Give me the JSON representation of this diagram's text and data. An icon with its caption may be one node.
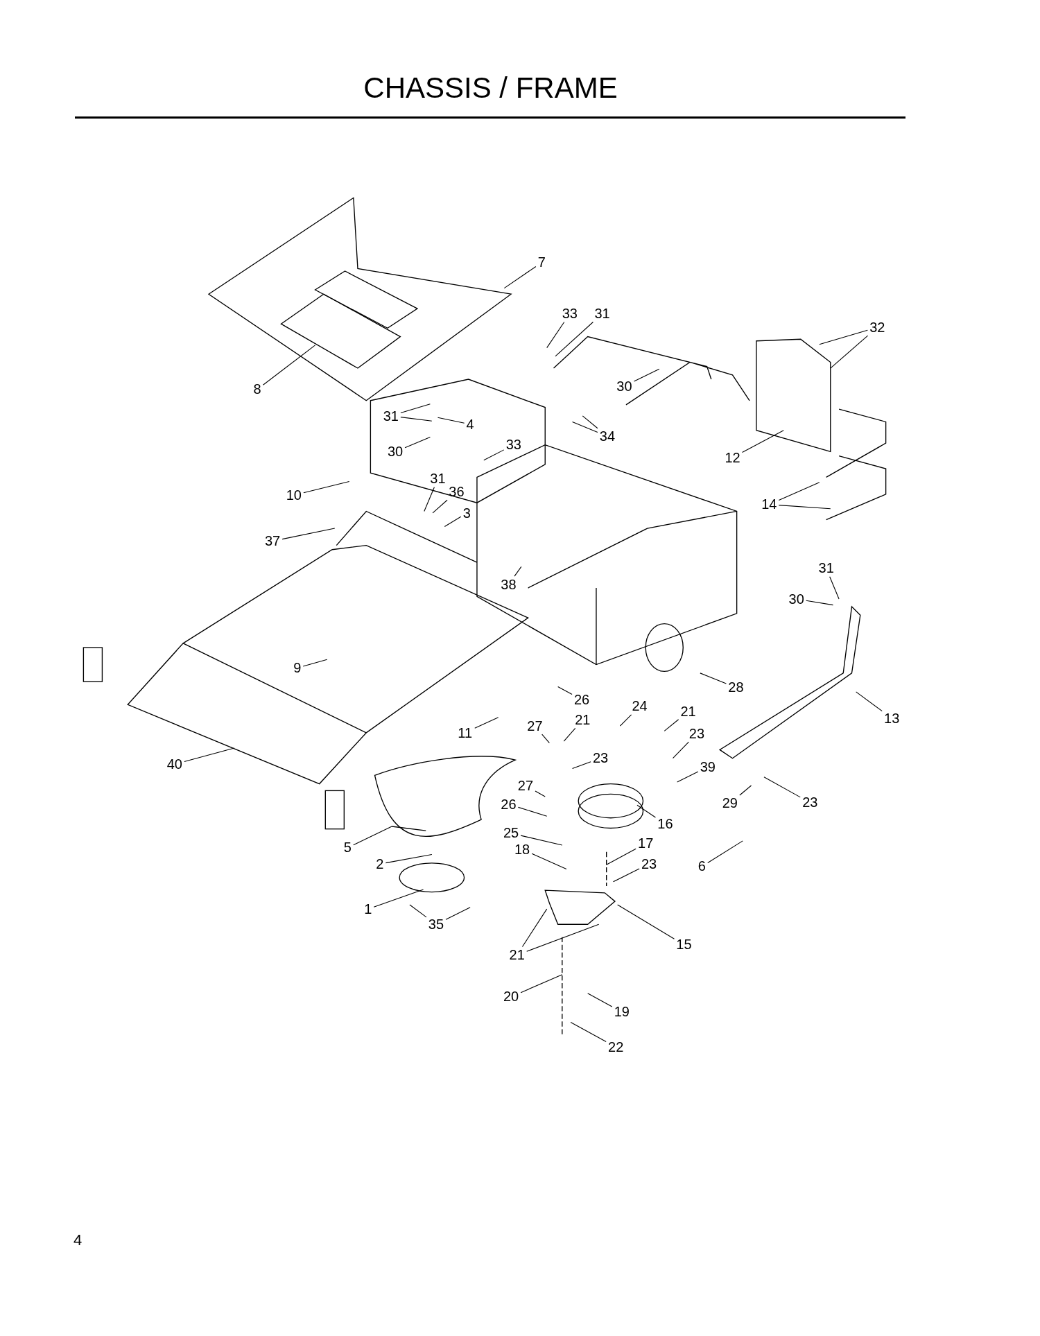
{
  "diagram": {
    "title": "CHASSIS / FRAME",
    "nodes": [
      {
        "text": [
          "7"
        ]
      },
      {
        "text": [
          "33"
        ]
      },
      {
        "text": [
          "31"
        ]
      },
      {
        "text": [
          "32"
        ]
      },
      {
        "text": [
          "30"
        ]
      },
      {
        "text": [
          "8"
        ]
      },
      {
        "text": [
          "31"
        ]
      },
      {
        "text": [
          "4"
        ]
      },
      {
        "text": [
          "34"
        ]
      },
      {
        "text": [
          "30"
        ]
      },
      {
        "text": [
          "33"
        ]
      },
      {
        "text": [
          "12"
        ]
      },
      {
        "text": [
          "10"
        ]
      },
      {
        "text": [
          "31"
        ]
      },
      {
        "text": [
          "36"
        ]
      },
      {
        "text": [
          "14"
        ]
      },
      {
        "text": [
          "3"
        ]
      },
      {
        "text": [
          "37"
        ]
      },
      {
        "text": [
          "31"
        ]
      },
      {
        "text": [
          "38"
        ]
      },
      {
        "text": [
          "30"
        ]
      },
      {
        "text": [
          "9"
        ]
      },
      {
        "text": [
          "28"
        ]
      },
      {
        "text": [
          "26"
        ]
      },
      {
        "text": [
          "21"
        ]
      },
      {
        "text": [
          "24"
        ]
      },
      {
        "text": [
          "13"
        ]
      },
      {
        "text": [
          "21"
        ]
      },
      {
        "text": [
          "27"
        ]
      },
      {
        "text": [
          "11"
        ]
      },
      {
        "text": [
          "23"
        ]
      },
      {
        "text": [
          "23"
        ]
      },
      {
        "text": [
          "40"
        ]
      },
      {
        "text": [
          "39"
        ]
      },
      {
        "text": [
          "27"
        ]
      },
      {
        "text": [
          "29"
        ]
      },
      {
        "text": [
          "23"
        ]
      },
      {
        "text": [
          "26"
        ]
      },
      {
        "text": [
          "16"
        ]
      },
      {
        "text": [
          "25"
        ]
      },
      {
        "text": [
          "18"
        ]
      },
      {
        "text": [
          "5"
        ]
      },
      {
        "text": [
          "17"
        ]
      },
      {
        "text": [
          "6"
        ]
      },
      {
        "text": [
          "23"
        ]
      },
      {
        "text": [
          "2"
        ]
      },
      {
        "text": [
          "1"
        ]
      },
      {
        "text": [
          "35"
        ]
      },
      {
        "text": [
          "15"
        ]
      },
      {
        "text": [
          "21"
        ]
      },
      {
        "text": [
          "20"
        ]
      },
      {
        "text": [
          "19"
        ]
      },
      {
        "text": [
          "22"
        ]
      }
    ],
    "edges": [
      {
        "from": 0,
        "to": null,
        "arrow": "none"
      },
      {
        "from": 1,
        "to": null,
        "arrow": "none"
      },
      {
        "from": 2,
        "to": null,
        "arrow": "none"
      },
      {
        "from": 3,
        "to": null,
        "arrow": "none"
      },
      {
        "from": 3,
        "to": null,
        "arrow": "none"
      },
      {
        "from": 4,
        "to": null,
        "arrow": "none"
      },
      {
        "from": 5,
        "to": null,
        "arrow": "none"
      },
      {
        "from": 6,
        "to": null,
        "arrow": "none"
      },
      {
        "from": 6,
        "to": null,
        "arrow": "none"
      },
      {
        "from": 7,
        "to": null,
        "arrow": "none"
      },
      {
        "from": 8,
        "to": null,
        "arrow": "none"
      },
      {
        "from": 8,
        "to": null,
        "arrow": "none"
      },
      {
        "from": 9,
        "to": null,
        "arrow": "none"
      },
      {
        "from": 10,
        "to": null,
        "arrow": "none"
      },
      {
        "from": 11,
        "to": null,
        "arrow": "none"
      },
      {
        "from": 12,
        "to": null,
        "arrow": "none"
      },
      {
        "from": 13,
        "to": null,
        "arrow": "none"
      },
      {
        "from": 14,
        "to": null,
        "arrow": "none"
      },
      {
        "from": 15,
        "to": null,
        "arrow": "none"
      },
      {
        "from": 15,
        "to": null,
        "arrow": "none"
      },
      {
        "from": 16,
        "to": null,
        "arrow": "none"
      },
      {
        "from": 17,
        "to": null,
        "arrow": "none"
      },
      {
        "from": 18,
        "to": null,
        "arrow": "none"
      },
      {
        "from": 19,
        "to": null,
        "arrow": "none"
      },
      {
        "from": 20,
        "to": null,
        "arrow": "none"
      },
      {
        "from": 21,
        "to": null,
        "arrow": "none"
      },
      {
        "from": 22,
        "to": null,
        "arrow": "none"
      },
      {
        "from": 23,
        "to": null,
        "arrow": "none"
      },
      {
        "from": 24,
        "to": null,
        "arrow": "none"
      },
      {
        "from": 25,
        "to": null,
        "arrow": "none"
      },
      {
        "from": 26,
        "to": null,
        "arrow": "none"
      },
      {
        "from": 27,
        "to": null,
        "arrow": "none"
      },
      {
        "from": 28,
        "to": null,
        "arrow": "none"
      },
      {
        "from": 29,
        "to": null,
        "arrow": "none"
      },
      {
        "from": 30,
        "to": null,
        "arrow": "none"
      },
      {
        "from": 31,
        "to": null,
        "arrow": "none"
      },
      {
        "from": 32,
        "to": null,
        "arrow": "none"
      },
      {
        "from": 33,
        "to": null,
        "arrow": "none"
      },
      {
        "from": 34,
        "to": null,
        "arrow": "none"
      },
      {
        "from": 35,
        "to": null,
        "arrow": "none"
      },
      {
        "from": 36,
        "to": null,
        "arrow": "none"
      },
      {
        "from": 37,
        "to": null,
        "arrow": "none"
      },
      {
        "from": 38,
        "to": null,
        "arrow": "none"
      },
      {
        "from": 39,
        "to": null,
        "arrow": "none"
      },
      {
        "from": 40,
        "to": null,
        "arrow": "none"
      },
      {
        "from": 41,
        "to": null,
        "arrow": "none"
      },
      {
        "from": 42,
        "to": null,
        "arrow": "none"
      },
      {
        "from": 43,
        "to": null,
        "arrow": "none"
      },
      {
        "from": 44,
        "to": null,
        "arrow": "none"
      },
      {
        "from": 45,
        "to": null,
        "arrow": "none"
      },
      {
        "from": 46,
        "to": null,
        "arrow": "none"
      },
      {
        "from": 47,
        "to": null,
        "arrow": "none"
      },
      {
        "from": 47,
        "to": null,
        "arrow": "none"
      },
      {
        "from": 48,
        "to": null,
        "arrow": "none"
      },
      {
        "from": 49,
        "to": null,
        "arrow": "none"
      },
      {
        "from": 49,
        "to": null,
        "arrow": "none"
      },
      {
        "from": 50,
        "to": null,
        "arrow": "none"
      },
      {
        "from": 51,
        "to": null,
        "arrow": "none"
      },
      {
        "from": 52,
        "to": null,
        "arrow": "none"
      }
    ],
    "labels": [
      "4"
    ]
  }
}
